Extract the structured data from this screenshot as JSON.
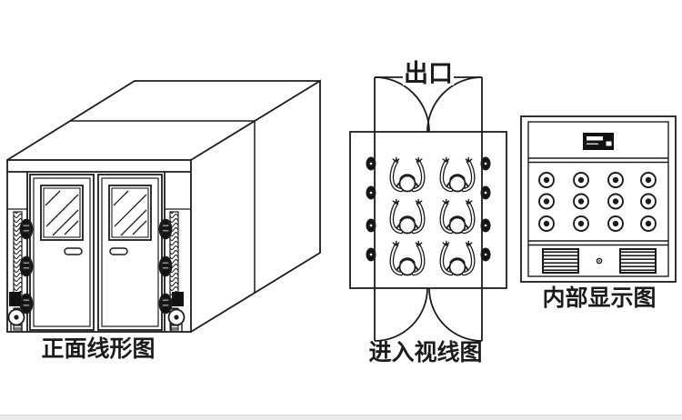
{
  "colors": {
    "background": "#ffffff",
    "line": "#1c1c1c",
    "dark_fill": "#111111",
    "bottom_bar": "#ececec",
    "bottom_bar_edge": "#d9d9d9"
  },
  "figures": {
    "front_view": {
      "label": "正面线形图",
      "door_count": 2,
      "windows_per_door": 1,
      "handles_per_door": 1,
      "side_nozzle_columns": 2,
      "nozzles_per_column": 3,
      "caster_wheels": 2
    },
    "entry_view": {
      "label": "进入视线图",
      "exit_label": "出口",
      "people_count": 6,
      "people_rows": 3,
      "people_cols": 2,
      "wall_nozzles_per_side": 4,
      "exit_door_leaves": 2,
      "entry_door_leaves": 2
    },
    "panel_view": {
      "label": "内部显示图",
      "display_units": 1,
      "indicator_rows": 3,
      "indicator_cols": 4,
      "indicator_count": 12,
      "grille_count": 2
    }
  }
}
